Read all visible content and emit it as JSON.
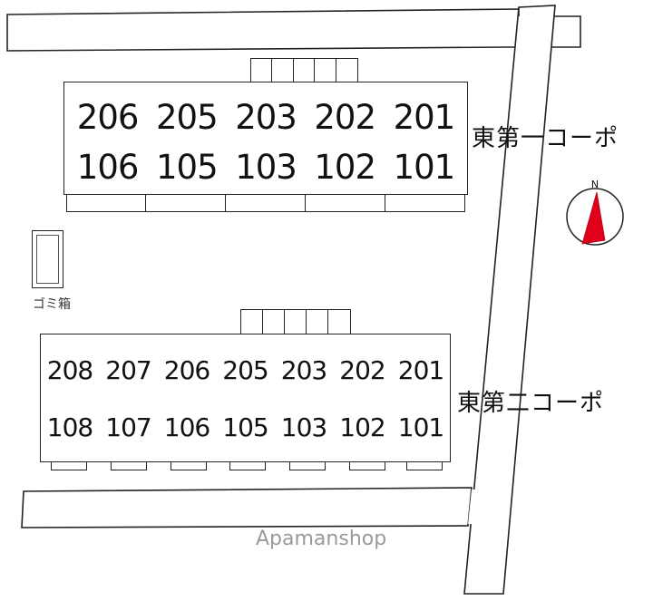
{
  "building_1": {
    "name": "東第一コーポ",
    "upper_units": [
      "206",
      "205",
      "203",
      "202",
      "201"
    ],
    "lower_units": [
      "106",
      "105",
      "103",
      "102",
      "101"
    ]
  },
  "building_2": {
    "name": "東第二コーポ",
    "upper_units": [
      "208",
      "207",
      "206",
      "205",
      "203",
      "202",
      "201"
    ],
    "lower_units": [
      "108",
      "107",
      "106",
      "105",
      "103",
      "102",
      "101"
    ]
  },
  "garbage_box": {
    "label": "ゴミ箱"
  },
  "compass": {
    "label": "N",
    "needle_color": "#e0001a"
  },
  "watermark": "Apamanshop"
}
